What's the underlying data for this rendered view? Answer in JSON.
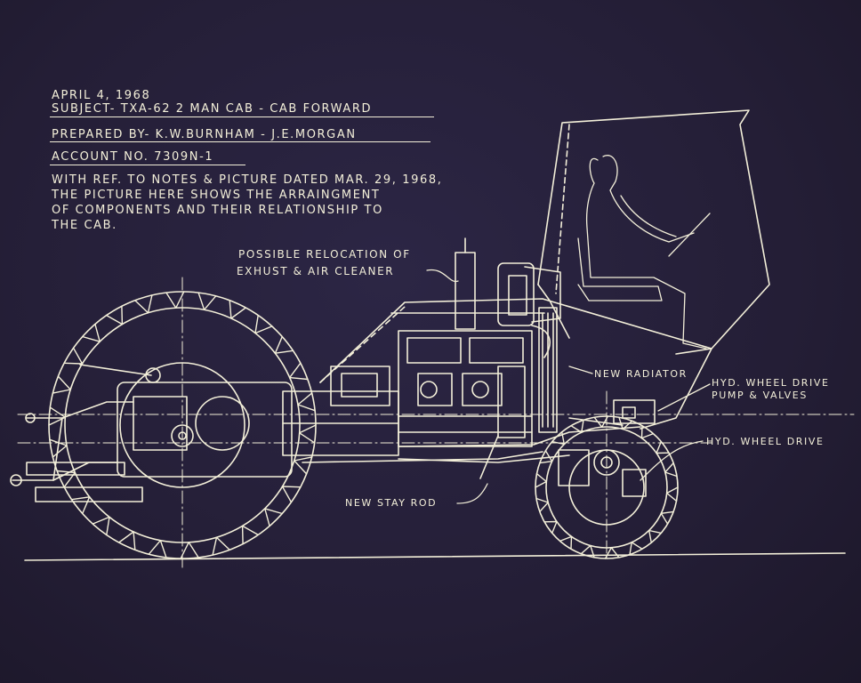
{
  "header": {
    "date": "APRIL 4, 1968",
    "subject": "SUBJECT- TXA-62   2 MAN CAB - CAB FORWARD",
    "prepared_by": "PREPARED BY- K.W.BURNHAM - J.E.MORGAN",
    "account": "ACCOUNT NO. 7309N-1"
  },
  "notes": [
    "WITH REF. TO NOTES & PICTURE DATED MAR. 29, 1968,",
    "THE PICTURE HERE SHOWS THE ARRAINGMENT",
    "OF COMPONENTS AND THEIR RELATIONSHIP TO",
    "THE CAB."
  ],
  "callouts": {
    "relocation_line1": "POSSIBLE RELOCATION OF",
    "relocation_line2": "EXHUST & AIR CLEANER",
    "new_radiator": "NEW RADIATOR",
    "pump_line1": "HYD. WHEEL DRIVE",
    "pump_line2": "PUMP & VALVES",
    "wheel_drive": "HYD. WHEEL DRIVE",
    "stay_rod": "NEW STAY ROD"
  },
  "colors": {
    "paper": "#262038",
    "ink": "#f3efd9"
  }
}
